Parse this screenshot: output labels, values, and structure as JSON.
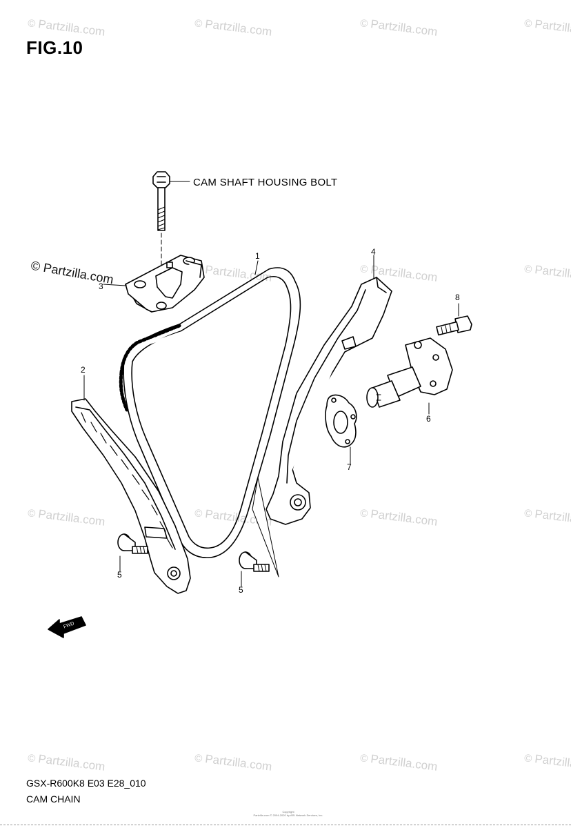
{
  "figure": {
    "title": "FIG.10"
  },
  "labels": {
    "bolt_callout": "CAM SHAFT HOUSING BOLT",
    "part_1": "1",
    "part_2": "2",
    "part_3": "3",
    "part_4": "4",
    "part_5a": "5",
    "part_5b": "5",
    "part_6": "6",
    "part_7": "7",
    "part_8": "8",
    "fwd": "FWD"
  },
  "watermark": {
    "text": "Partzilla.com",
    "strong_text": "© Partzilla.com"
  },
  "footer": {
    "diagram_code": "GSX-R600K8 E03 E28_010",
    "diagram_name": "CAM CHAIN",
    "copyright_line1": "Copyright",
    "copyright_line2": "Partzilla.com © 2004-2020 by ARI Network Services, Inc."
  }
}
